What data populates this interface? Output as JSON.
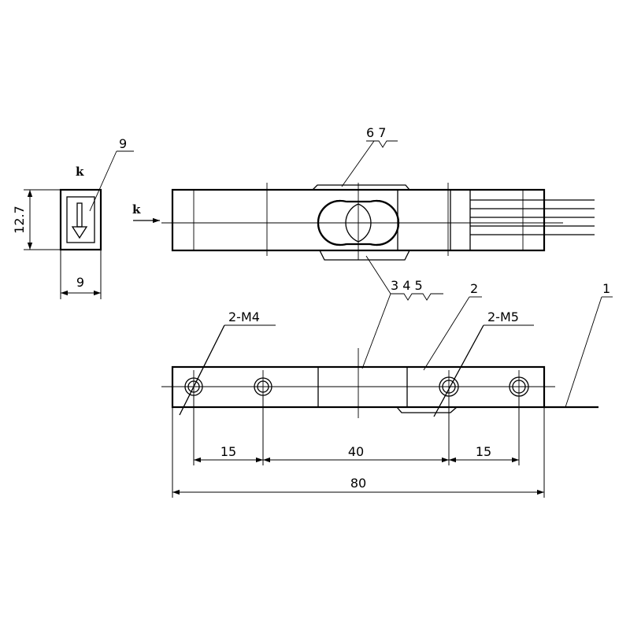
{
  "end_view": {
    "force_label": "k",
    "callout": "9",
    "height_dim": "12.7",
    "width_dim": "9"
  },
  "top_view": {
    "force_label": "k",
    "callout_67": "6 7",
    "callout_345": "3 4 5"
  },
  "bottom_view": {
    "callout_2": "2",
    "callout_1": "1",
    "thread_left": "2-M4",
    "thread_right": "2-M5",
    "dim_left": "15",
    "dim_middle": "40",
    "dim_right": "15",
    "dim_total": "80"
  }
}
